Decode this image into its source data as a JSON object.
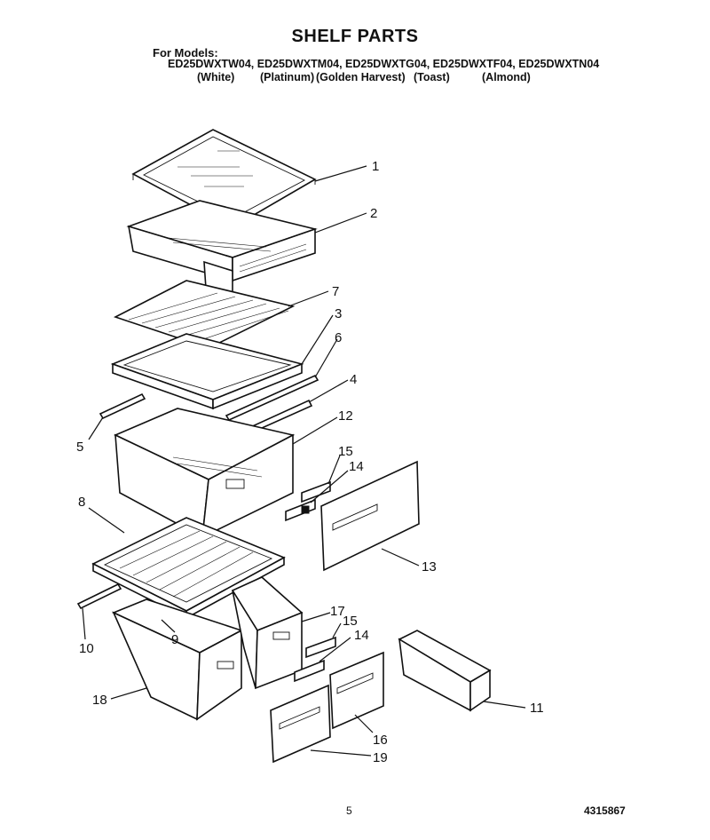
{
  "header": {
    "title": "SHELF PARTS",
    "for_models_label": "For Models:",
    "models": "ED25DWXTW04, ED25DWXTM04, ED25DWXTG04, ED25DWXTF04, ED25DWXTN04",
    "colors": [
      "(White)",
      "(Platinum)",
      "(Golden Harvest)",
      "(Toast)",
      "(Almond)"
    ]
  },
  "callouts": [
    "1",
    "2",
    "7",
    "3",
    "6",
    "4",
    "5",
    "12",
    "15",
    "14",
    "13",
    "8",
    "17",
    "15",
    "14",
    "10",
    "9",
    "18",
    "11",
    "16",
    "19"
  ],
  "footer": {
    "page_number": "5",
    "document_number": "4315867"
  }
}
